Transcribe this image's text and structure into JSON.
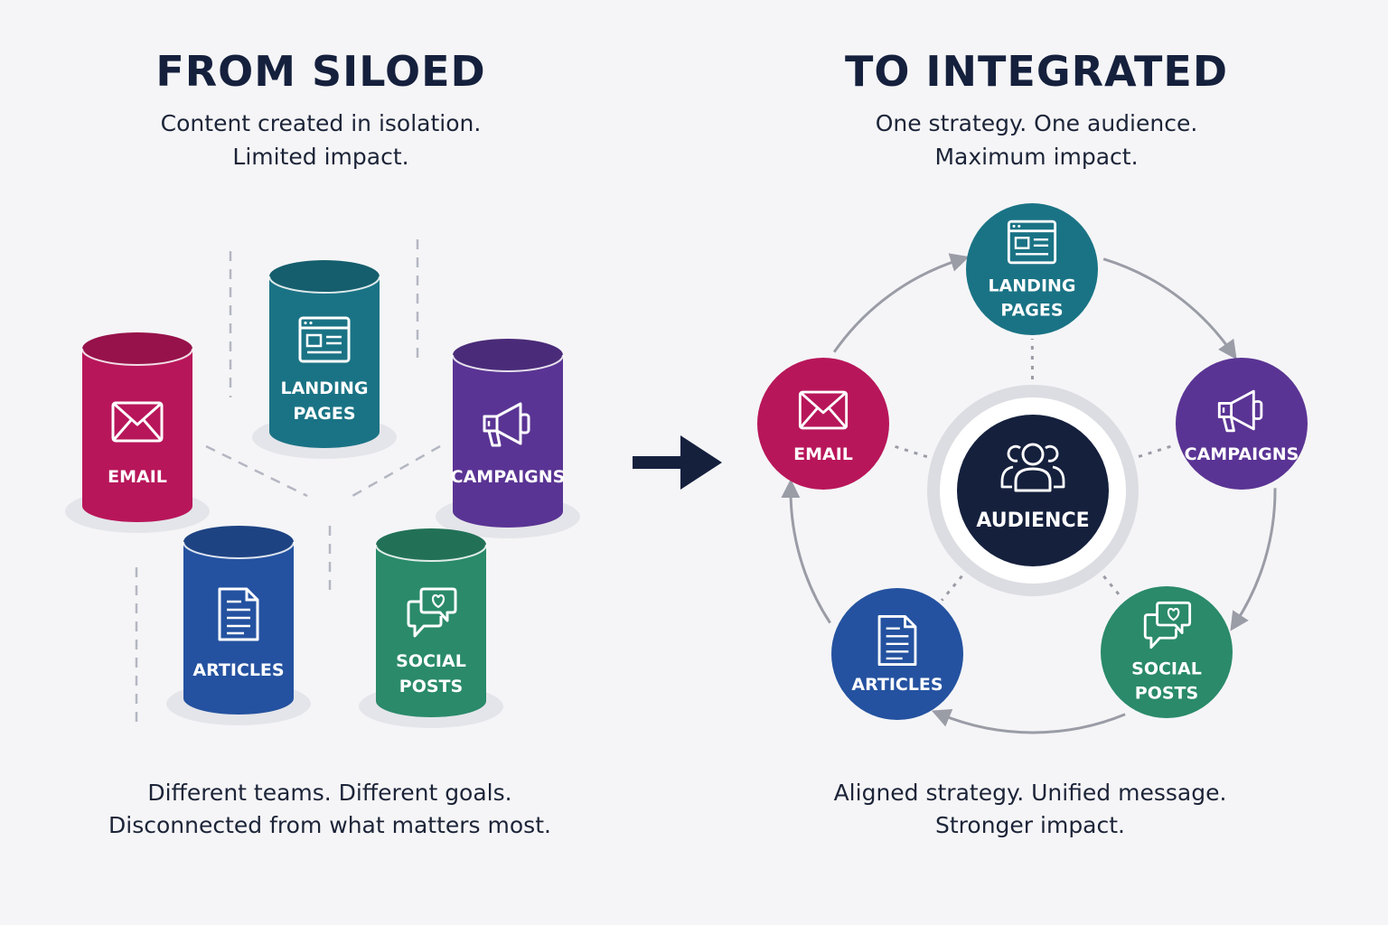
{
  "left": {
    "title": "FROM SILOED",
    "subtitle_lines": [
      "Content created in isolation.",
      "Limited impact."
    ],
    "footer_lines": [
      "Different teams. Different goals.",
      "Disconnected from what matters most."
    ],
    "silos": [
      {
        "label_lines": [
          "EMAIL"
        ],
        "icon": "envelope-icon",
        "color": "#b8165a"
      },
      {
        "label_lines": [
          "LANDING",
          "PAGES"
        ],
        "icon": "browser-window-icon",
        "color": "#1a7385"
      },
      {
        "label_lines": [
          "CAMPAIGNS"
        ],
        "icon": "megaphone-icon",
        "color": "#5a3494"
      },
      {
        "label_lines": [
          "ARTICLES"
        ],
        "icon": "document-icon",
        "color": "#2452a0"
      },
      {
        "label_lines": [
          "SOCIAL",
          "POSTS"
        ],
        "icon": "chat-heart-icon",
        "color": "#2a8a6a"
      }
    ]
  },
  "right": {
    "title": "TO INTEGRATED",
    "subtitle_lines": [
      "One strategy. One audience.",
      "Maximum impact."
    ],
    "footer_lines": [
      "Aligned strategy. Unified message.",
      "Stronger impact."
    ],
    "hub": {
      "label": "AUDIENCE",
      "icon": "people-group-icon",
      "color": "#15203d"
    },
    "nodes": [
      {
        "label_lines": [
          "LANDING",
          "PAGES"
        ],
        "icon": "browser-window-icon",
        "color": "#1a7385"
      },
      {
        "label_lines": [
          "CAMPAIGNS"
        ],
        "icon": "megaphone-icon",
        "color": "#5a3494"
      },
      {
        "label_lines": [
          "SOCIAL",
          "POSTS"
        ],
        "icon": "chat-heart-icon",
        "color": "#2a8a6a"
      },
      {
        "label_lines": [
          "ARTICLES"
        ],
        "icon": "document-icon",
        "color": "#2452a0"
      },
      {
        "label_lines": [
          "EMAIL"
        ],
        "icon": "envelope-icon",
        "color": "#b8165a"
      }
    ]
  },
  "transition_arrow": {
    "icon": "arrow-right-icon",
    "color": "#15203d"
  }
}
